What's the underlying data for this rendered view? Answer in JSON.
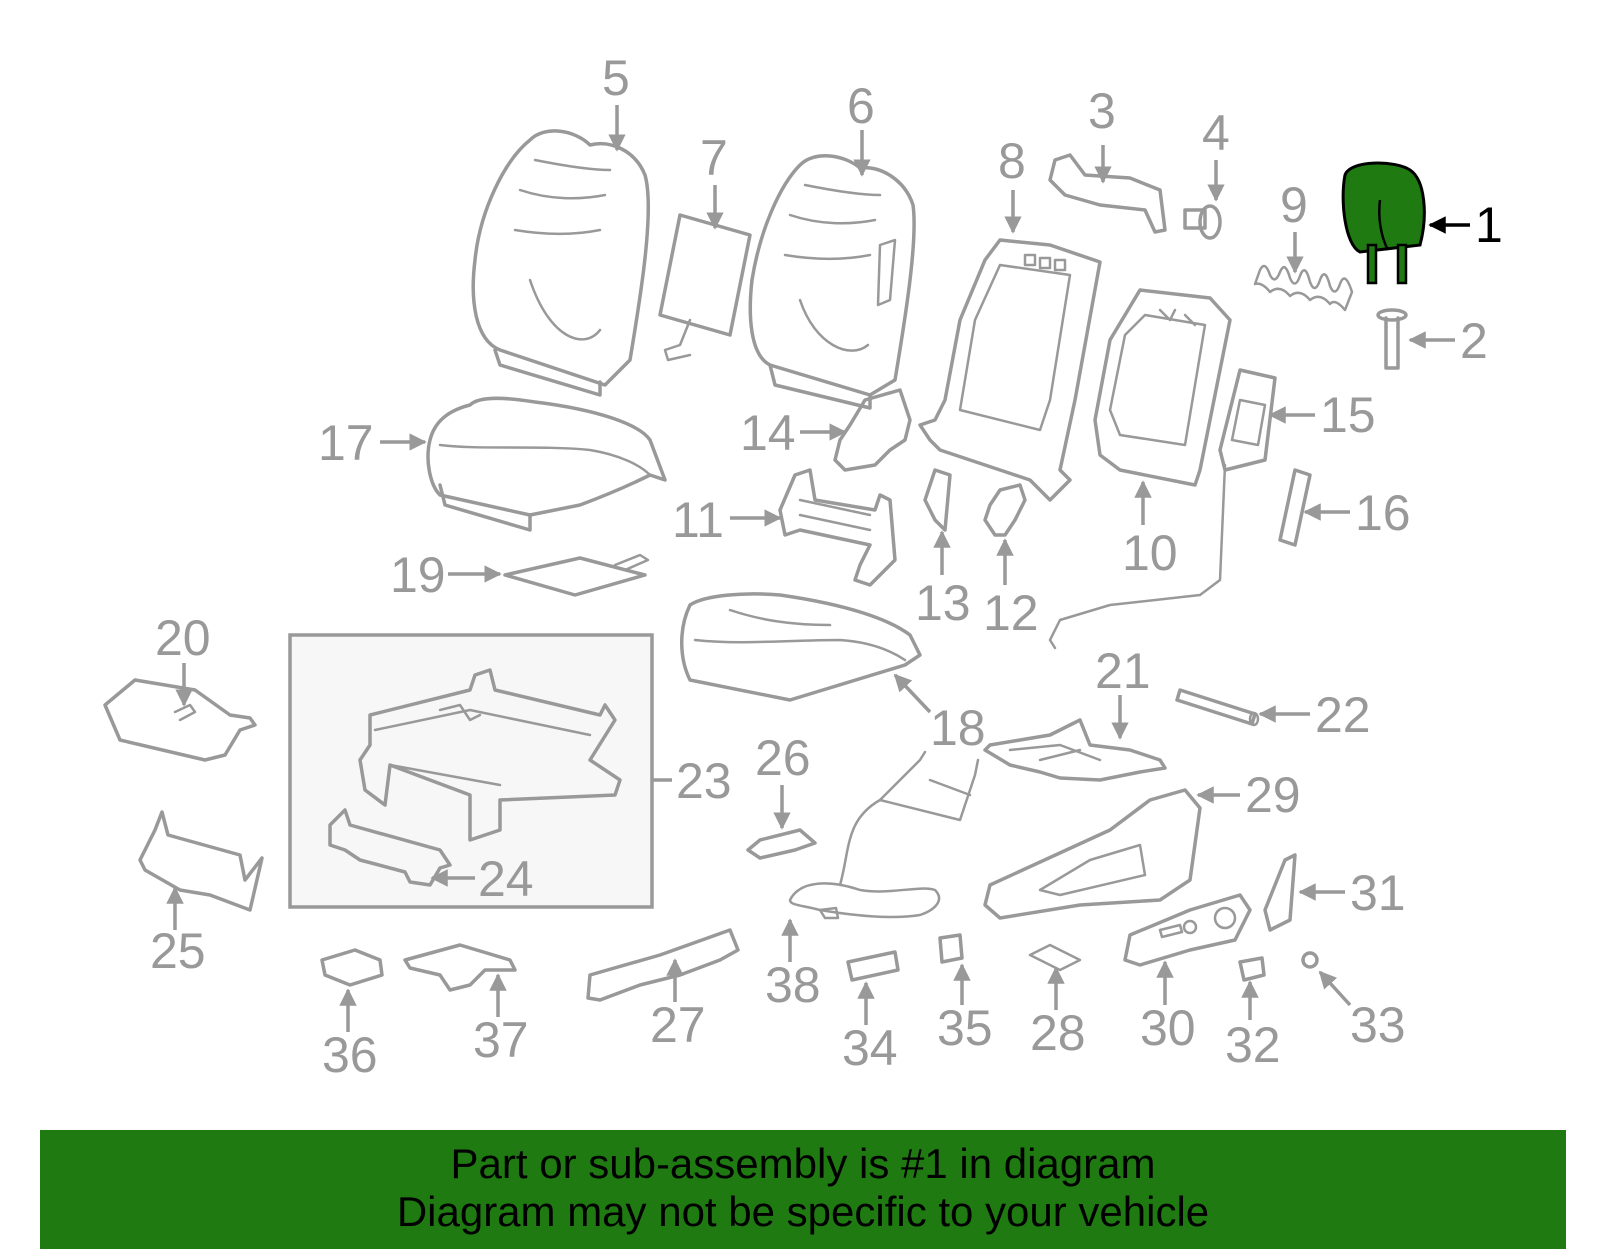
{
  "diagram": {
    "highlight_color": "#1f7a12",
    "highlighted_part": "1",
    "callouts": [
      "1",
      "2",
      "3",
      "4",
      "5",
      "6",
      "7",
      "8",
      "9",
      "10",
      "11",
      "12",
      "13",
      "14",
      "15",
      "16",
      "17",
      "18",
      "19",
      "20",
      "21",
      "22",
      "23",
      "24",
      "25",
      "26",
      "27",
      "28",
      "29",
      "30",
      "31",
      "32",
      "33",
      "34",
      "35",
      "36",
      "37",
      "38"
    ]
  },
  "banner": {
    "line1": "Part or sub-assembly is #1 in diagram",
    "line2": "Diagram may not be specific to your vehicle",
    "background": "#1f7a12"
  }
}
